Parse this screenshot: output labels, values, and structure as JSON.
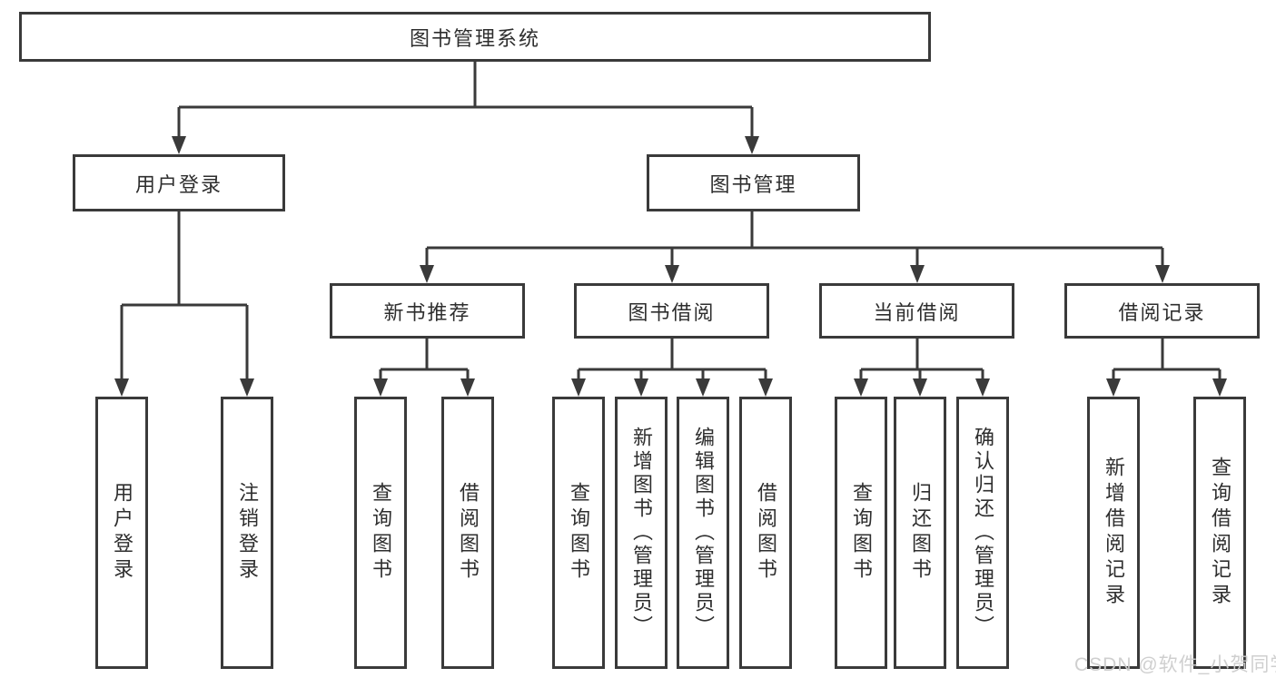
{
  "diagram": {
    "type": "hierarchy-tree",
    "line_color": "#3a3a3a",
    "text_color": "#2e2e2e",
    "background_color": "#ffffff"
  },
  "nodes": {
    "root": {
      "label": "图书管理系统"
    },
    "user_login": {
      "label": "用户登录"
    },
    "book_management": {
      "label": "图书管理"
    },
    "new_book_recommend": {
      "label": "新书推荐"
    },
    "book_borrow": {
      "label": "图书借阅"
    },
    "current_borrow": {
      "label": "当前借阅"
    },
    "borrow_records": {
      "label": "借阅记录"
    },
    "leaf_user_login": {
      "label": "用户登录"
    },
    "leaf_logout": {
      "label": "注销登录"
    },
    "leaf_nb_query": {
      "label": "查询图书"
    },
    "leaf_nb_borrow": {
      "label": "借阅图书"
    },
    "leaf_bb_query": {
      "label": "查询图书"
    },
    "leaf_bb_add": {
      "label": "新增图书（管理员）"
    },
    "leaf_bb_edit": {
      "label": "编辑图书（管理员）"
    },
    "leaf_bb_borrow": {
      "label": "借阅图书"
    },
    "leaf_cb_query": {
      "label": "查询图书"
    },
    "leaf_cb_return": {
      "label": "归还图书"
    },
    "leaf_cb_confirm": {
      "label": "确认归还（管理员）"
    },
    "leaf_br_add": {
      "label": "新增借阅记录"
    },
    "leaf_br_query": {
      "label": "查询借阅记录"
    }
  },
  "hierarchy": {
    "图书管理系统": [
      "用户登录",
      "图书管理"
    ],
    "用户登录": [
      "用户登录",
      "注销登录"
    ],
    "图书管理": [
      "新书推荐",
      "图书借阅",
      "当前借阅",
      "借阅记录"
    ],
    "新书推荐": [
      "查询图书",
      "借阅图书"
    ],
    "图书借阅": [
      "查询图书",
      "新增图书（管理员）",
      "编辑图书（管理员）",
      "借阅图书"
    ],
    "当前借阅": [
      "查询图书",
      "归还图书",
      "确认归还（管理员）"
    ],
    "借阅记录": [
      "新增借阅记录",
      "查询借阅记录"
    ]
  },
  "watermark": {
    "text": "CSDN @软件_小贺同学",
    "color": "#cdcdcd"
  }
}
